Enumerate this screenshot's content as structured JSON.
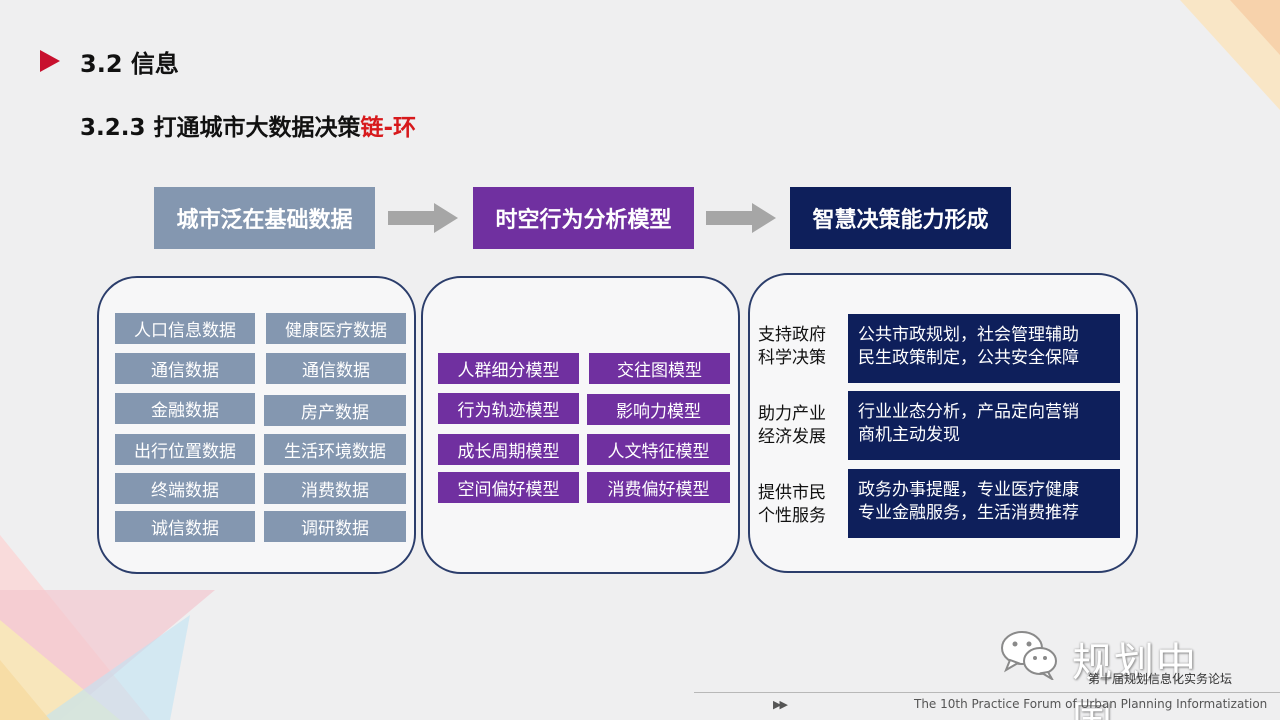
{
  "header": {
    "section_title": "3.2 信息",
    "sub_title_main": "3.2.3 打通城市大数据决策",
    "sub_title_highlight": "链-环"
  },
  "stages": [
    {
      "label": "城市泛在基础数据",
      "color": "#8497b0"
    },
    {
      "label": "时空行为分析模型",
      "color": "#7030a0"
    },
    {
      "label": "智慧决策能力形成",
      "color": "#0e1f5b"
    }
  ],
  "data_items": [
    "人口信息数据",
    "健康医疗数据",
    "通信数据",
    "通信数据",
    "金融数据",
    "房产数据",
    "出行位置数据",
    "生活环境数据",
    "终端数据",
    "消费数据",
    "诚信数据",
    "调研数据"
  ],
  "model_items": [
    "人群细分模型",
    "交往图模型",
    "行为轨迹模型",
    "影响力模型",
    "成长周期模型",
    "人文特征模型",
    "空间偏好模型",
    "消费偏好模型"
  ],
  "decisions": [
    {
      "label": [
        "支持政府",
        "科学决策"
      ],
      "desc": [
        "公共市政规划，社会管理辅助",
        "民生政策制定，公共安全保障"
      ]
    },
    {
      "label": [
        "助力产业",
        "经济发展"
      ],
      "desc": [
        "行业业态分析，产品定向营销",
        "商机主动发现"
      ]
    },
    {
      "label": [
        "提供市民",
        "个性服务"
      ],
      "desc": [
        "政务办事提醒，专业医疗健康",
        "专业金融服务，生活消费推荐"
      ]
    }
  ],
  "footer": {
    "logo_icon": "wechat-icon",
    "logo_text": "规划中国",
    "forum_cn": "第十届规划信息化实务论坛",
    "play_glyph": "▶▶",
    "forum_en": "The 10th Practice Forum of  Urban Planning Informatization"
  },
  "colors": {
    "accent_red": "#c8102e",
    "highlight_red": "#d7191c",
    "data_gray_blue": "#8497b0",
    "model_purple": "#7030a0",
    "decision_navy": "#0e1f5b",
    "panel_border": "#2b3d6b"
  }
}
